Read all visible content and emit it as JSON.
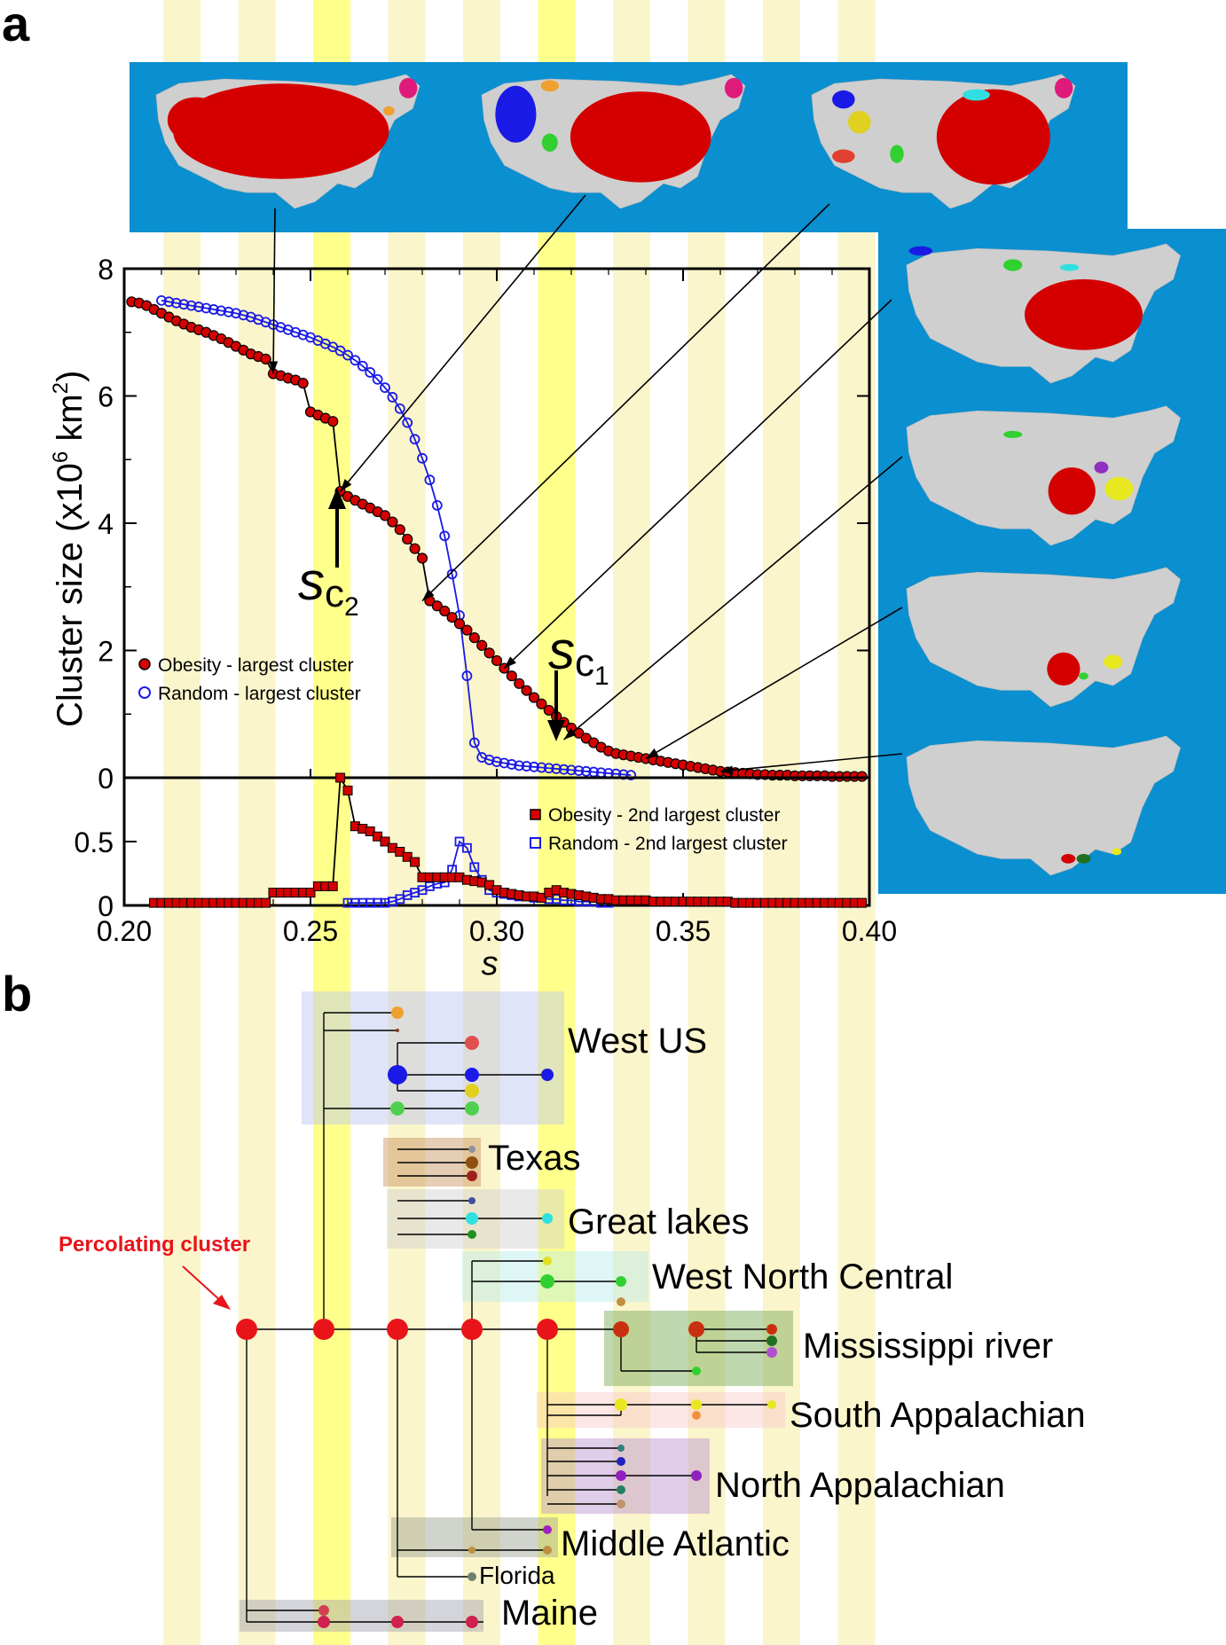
{
  "panel_labels": {
    "a": "a",
    "b": "b"
  },
  "colors": {
    "ocean": "#0a8fd0",
    "land": "#cfcfcf",
    "obesity": "#d40000",
    "random": "#1a1ae6",
    "stripe_light": "#fbf5cc",
    "stripe_bright": "#ffff8c",
    "percolating": "#e8141a"
  },
  "chart_data": [
    {
      "type": "scatter",
      "panel": "a-top",
      "ylabel_main": "Cluster size (x10",
      "ylabel_sup1": "6",
      "ylabel_unit": " km",
      "ylabel_sup2": "2",
      "ylabel_end": ")",
      "xlim": [
        0.2,
        0.4
      ],
      "ylim": [
        0,
        8
      ],
      "yticks": [
        "0",
        "2",
        "4",
        "6",
        "8"
      ],
      "legend": [
        "Obesity - largest cluster",
        "Random - largest cluster"
      ],
      "legend_placement": "lower-left",
      "annotations": {
        "sc_letter": "s",
        "sc_sub": "c",
        "sc2_num": "2",
        "sc1_num": "1",
        "sc2_at": 0.258,
        "sc1_at": 0.316
      },
      "series": [
        {
          "name": "Obesity - largest cluster",
          "marker": "filled-circle",
          "x": [
            0.202,
            0.204,
            0.206,
            0.208,
            0.21,
            0.212,
            0.214,
            0.216,
            0.218,
            0.22,
            0.222,
            0.224,
            0.226,
            0.228,
            0.23,
            0.232,
            0.234,
            0.236,
            0.238,
            0.24,
            0.242,
            0.244,
            0.246,
            0.248,
            0.25,
            0.252,
            0.254,
            0.256,
            0.258,
            0.26,
            0.262,
            0.264,
            0.266,
            0.268,
            0.27,
            0.272,
            0.274,
            0.276,
            0.278,
            0.28,
            0.282,
            0.284,
            0.286,
            0.288,
            0.29,
            0.292,
            0.294,
            0.296,
            0.298,
            0.3,
            0.302,
            0.304,
            0.306,
            0.308,
            0.31,
            0.312,
            0.314,
            0.316,
            0.318,
            0.32,
            0.322,
            0.324,
            0.326,
            0.328,
            0.33,
            0.332,
            0.334,
            0.336,
            0.338,
            0.34,
            0.342,
            0.344,
            0.346,
            0.348,
            0.35,
            0.352,
            0.354,
            0.356,
            0.358,
            0.36,
            0.362,
            0.364,
            0.366,
            0.368,
            0.37,
            0.372,
            0.374,
            0.376,
            0.378,
            0.38,
            0.382,
            0.384,
            0.386,
            0.388,
            0.39,
            0.392,
            0.394,
            0.396,
            0.398
          ],
          "y": [
            7.48,
            7.46,
            7.42,
            7.36,
            7.3,
            7.24,
            7.18,
            7.13,
            7.08,
            7.04,
            7.0,
            6.95,
            6.9,
            6.84,
            6.78,
            6.72,
            6.66,
            6.62,
            6.58,
            6.35,
            6.32,
            6.28,
            6.25,
            6.2,
            5.75,
            5.7,
            5.65,
            5.6,
            4.5,
            4.42,
            4.36,
            4.3,
            4.24,
            4.18,
            4.12,
            4.02,
            3.9,
            3.75,
            3.6,
            3.45,
            2.78,
            2.7,
            2.62,
            2.52,
            2.42,
            2.32,
            2.2,
            2.08,
            1.96,
            1.84,
            1.72,
            1.6,
            1.48,
            1.37,
            1.26,
            1.16,
            1.06,
            0.96,
            0.87,
            0.78,
            0.7,
            0.62,
            0.55,
            0.48,
            0.42,
            0.38,
            0.36,
            0.34,
            0.32,
            0.3,
            0.28,
            0.26,
            0.24,
            0.22,
            0.2,
            0.18,
            0.16,
            0.14,
            0.12,
            0.1,
            0.09,
            0.08,
            0.07,
            0.06,
            0.05,
            0.05,
            0.04,
            0.04,
            0.04,
            0.03,
            0.03,
            0.03,
            0.03,
            0.03,
            0.02,
            0.02,
            0.02,
            0.02,
            0.02
          ]
        },
        {
          "name": "Random - largest cluster",
          "marker": "open-circle",
          "x": [
            0.21,
            0.212,
            0.214,
            0.216,
            0.218,
            0.22,
            0.222,
            0.224,
            0.226,
            0.228,
            0.23,
            0.232,
            0.234,
            0.236,
            0.238,
            0.24,
            0.242,
            0.244,
            0.246,
            0.248,
            0.25,
            0.252,
            0.254,
            0.256,
            0.258,
            0.26,
            0.262,
            0.264,
            0.266,
            0.268,
            0.27,
            0.272,
            0.274,
            0.276,
            0.278,
            0.28,
            0.282,
            0.284,
            0.286,
            0.288,
            0.29,
            0.292,
            0.294,
            0.296,
            0.298,
            0.3,
            0.302,
            0.304,
            0.306,
            0.308,
            0.31,
            0.312,
            0.314,
            0.316,
            0.318,
            0.32,
            0.322,
            0.324,
            0.326,
            0.328,
            0.33,
            0.332,
            0.334,
            0.336
          ],
          "y": [
            7.5,
            7.48,
            7.46,
            7.44,
            7.42,
            7.4,
            7.38,
            7.36,
            7.34,
            7.32,
            7.3,
            7.27,
            7.24,
            7.2,
            7.16,
            7.12,
            7.08,
            7.04,
            7.0,
            6.96,
            6.92,
            6.87,
            6.82,
            6.77,
            6.71,
            6.64,
            6.56,
            6.47,
            6.37,
            6.26,
            6.13,
            5.98,
            5.8,
            5.58,
            5.32,
            5.02,
            4.68,
            4.28,
            3.8,
            3.2,
            2.55,
            1.6,
            0.55,
            0.32,
            0.28,
            0.25,
            0.23,
            0.21,
            0.19,
            0.18,
            0.17,
            0.16,
            0.15,
            0.14,
            0.13,
            0.12,
            0.11,
            0.1,
            0.09,
            0.08,
            0.07,
            0.06,
            0.05,
            0.04
          ]
        }
      ]
    },
    {
      "type": "scatter",
      "panel": "a-bottom",
      "xlabel": "s",
      "xlim": [
        0.2,
        0.4
      ],
      "xticks": [
        "0.20",
        "0.25",
        "0.30",
        "0.35",
        "0.40"
      ],
      "ylim": [
        0,
        1
      ],
      "yticks": [
        "0",
        "0.5"
      ],
      "legend": [
        "Obesity - 2nd largest cluster",
        "Random - 2nd largest cluster"
      ],
      "legend_placement": "top-right",
      "series": [
        {
          "name": "Obesity - 2nd largest cluster",
          "marker": "filled-square",
          "x": [
            0.208,
            0.21,
            0.212,
            0.214,
            0.216,
            0.218,
            0.22,
            0.222,
            0.224,
            0.226,
            0.228,
            0.23,
            0.232,
            0.234,
            0.236,
            0.238,
            0.24,
            0.242,
            0.244,
            0.246,
            0.248,
            0.25,
            0.252,
            0.254,
            0.256,
            0.258,
            0.26,
            0.262,
            0.264,
            0.266,
            0.268,
            0.27,
            0.272,
            0.274,
            0.276,
            0.278,
            0.28,
            0.282,
            0.284,
            0.286,
            0.288,
            0.29,
            0.292,
            0.294,
            0.296,
            0.298,
            0.3,
            0.302,
            0.304,
            0.306,
            0.308,
            0.31,
            0.312,
            0.314,
            0.316,
            0.318,
            0.32,
            0.322,
            0.324,
            0.326,
            0.328,
            0.33,
            0.332,
            0.334,
            0.336,
            0.338,
            0.34,
            0.342,
            0.344,
            0.346,
            0.348,
            0.35,
            0.352,
            0.354,
            0.356,
            0.358,
            0.36,
            0.362,
            0.364,
            0.366,
            0.368,
            0.37,
            0.372,
            0.374,
            0.376,
            0.378,
            0.38,
            0.382,
            0.384,
            0.386,
            0.388,
            0.39,
            0.392,
            0.394,
            0.396,
            0.398
          ],
          "y": [
            0.02,
            0.02,
            0.02,
            0.02,
            0.02,
            0.02,
            0.02,
            0.02,
            0.02,
            0.02,
            0.02,
            0.02,
            0.02,
            0.02,
            0.02,
            0.02,
            0.1,
            0.1,
            0.1,
            0.1,
            0.1,
            0.1,
            0.15,
            0.15,
            0.15,
            1.0,
            0.9,
            0.62,
            0.6,
            0.58,
            0.54,
            0.5,
            0.45,
            0.42,
            0.38,
            0.34,
            0.22,
            0.22,
            0.22,
            0.22,
            0.22,
            0.22,
            0.2,
            0.19,
            0.18,
            0.16,
            0.12,
            0.1,
            0.09,
            0.08,
            0.07,
            0.07,
            0.06,
            0.1,
            0.12,
            0.1,
            0.09,
            0.08,
            0.07,
            0.06,
            0.05,
            0.05,
            0.04,
            0.04,
            0.04,
            0.04,
            0.04,
            0.03,
            0.03,
            0.03,
            0.03,
            0.03,
            0.03,
            0.03,
            0.03,
            0.03,
            0.03,
            0.03,
            0.02,
            0.02,
            0.02,
            0.02,
            0.02,
            0.02,
            0.02,
            0.02,
            0.02,
            0.02,
            0.02,
            0.02,
            0.02,
            0.02,
            0.02,
            0.02,
            0.02,
            0.02
          ]
        },
        {
          "name": "Random - 2nd largest cluster",
          "marker": "open-square",
          "x": [
            0.26,
            0.262,
            0.264,
            0.266,
            0.268,
            0.27,
            0.272,
            0.274,
            0.276,
            0.278,
            0.28,
            0.282,
            0.284,
            0.286,
            0.288,
            0.29,
            0.292,
            0.294,
            0.296,
            0.298,
            0.3,
            0.302,
            0.304,
            0.306,
            0.308,
            0.31,
            0.312,
            0.314,
            0.316,
            0.318,
            0.32,
            0.322,
            0.324,
            0.326,
            0.328,
            0.33
          ],
          "y": [
            0.02,
            0.02,
            0.02,
            0.02,
            0.02,
            0.02,
            0.03,
            0.05,
            0.08,
            0.1,
            0.12,
            0.15,
            0.17,
            0.18,
            0.28,
            0.5,
            0.45,
            0.3,
            0.2,
            0.12,
            0.1,
            0.09,
            0.08,
            0.07,
            0.07,
            0.06,
            0.06,
            0.05,
            0.05,
            0.04,
            0.04,
            0.03,
            0.03,
            0.03,
            0.02,
            0.02
          ]
        }
      ]
    },
    {
      "type": "table",
      "panel": "b",
      "description_labels": {
        "percolating": "Percolating cluster",
        "west_us": "West US",
        "texas": "Texas",
        "great_lakes": "Great lakes",
        "west_north_central": "West North Central",
        "mississippi": "Mississippi river",
        "south_appalachian": "South Appalachian",
        "north_appalachian": "North Appalachian",
        "middle_atlantic": "Middle Atlantic",
        "florida": "Florida",
        "maine": "Maine"
      }
    }
  ]
}
